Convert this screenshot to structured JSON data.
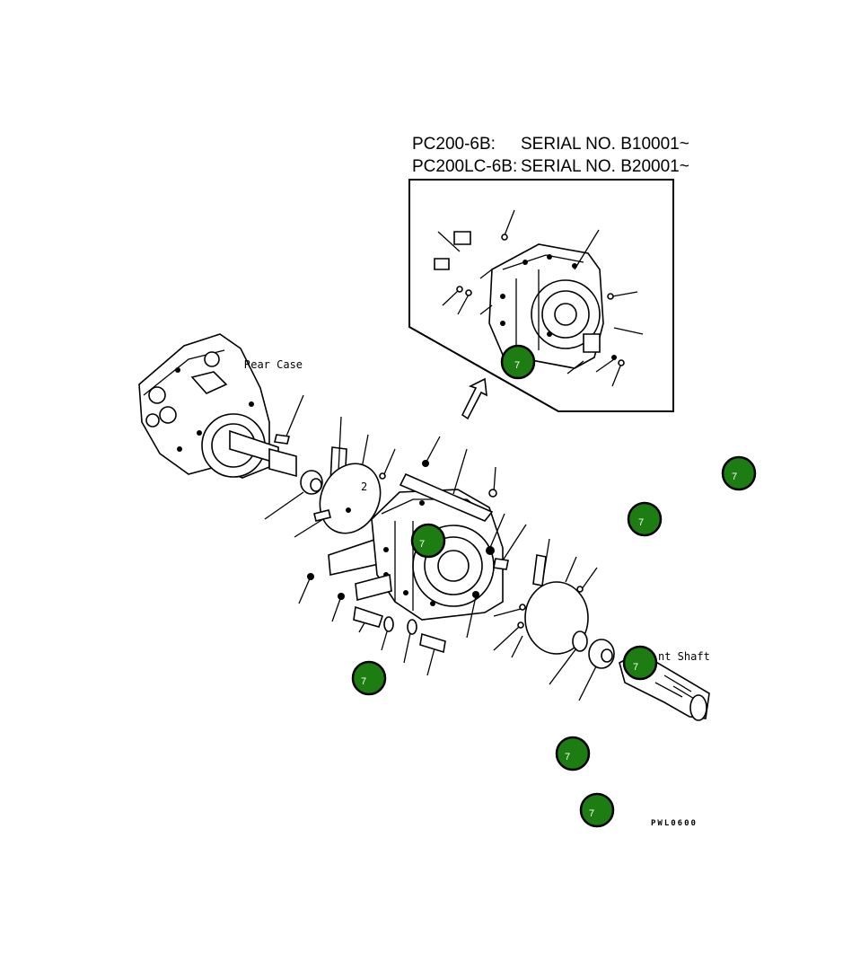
{
  "header": {
    "line1_model": "PC200-6B:",
    "line1_serial": "SERIAL NO. B10001~",
    "line2_model": "PC200LC-6B:",
    "line2_serial": "SERIAL NO. B20001~"
  },
  "labels": {
    "rear_case": "Rear Case",
    "main_shaft": "nt Shaft",
    "item_2": "2",
    "drawing_code": "PWL0600"
  },
  "markers": [
    "7",
    "7",
    "7",
    "7",
    "7",
    "7",
    "7",
    "7"
  ],
  "colors": {
    "marker_fill": "#1e7d12",
    "marker_ring": "#000000",
    "line": "#000000",
    "background": "#ffffff"
  }
}
